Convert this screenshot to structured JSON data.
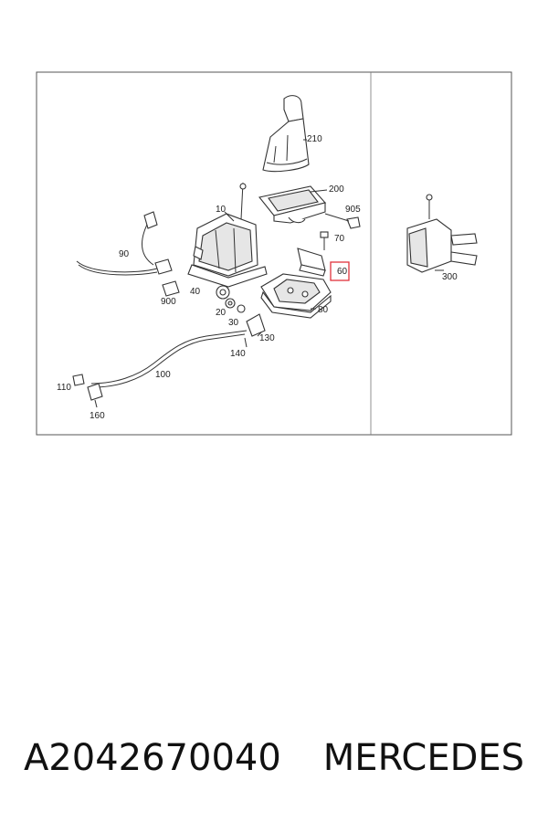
{
  "callouts": {
    "c210": "210",
    "c200": "200",
    "c10": "10",
    "c905": "905",
    "c90": "90",
    "c70": "70",
    "c60": "60",
    "c900": "900",
    "c40": "40",
    "c80": "80",
    "c20": "20",
    "c30": "30",
    "c130": "130",
    "c140": "140",
    "c100": "100",
    "c110": "110",
    "c160": "160",
    "c300": "300"
  },
  "colors": {
    "highlight": "#e0323c",
    "frame": "#555555"
  },
  "caption": {
    "part_number": "A2042670040",
    "brand": "MERCEDES"
  }
}
